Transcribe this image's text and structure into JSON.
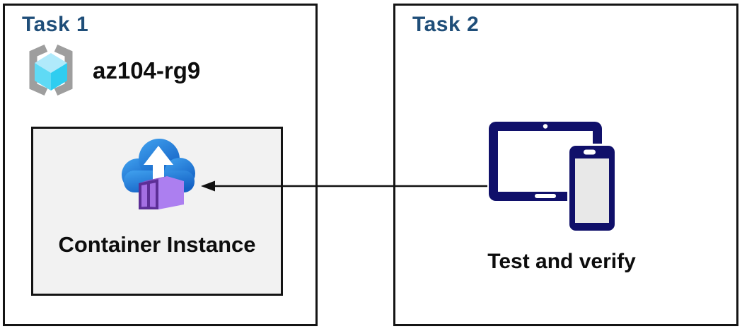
{
  "task1": {
    "title": "Task 1",
    "resource_group_name": "az104-rg9",
    "container_label": "Container Instance"
  },
  "task2": {
    "title": "Task 2",
    "device_label": "Test and verify"
  },
  "icons": {
    "resource_group": "resource-group-icon",
    "container_instance": "container-instance-icon",
    "devices": "tablet-and-phone-icon",
    "arrow": "left-arrow"
  },
  "colors": {
    "title_blue": "#1F4E79",
    "device_navy": "#10106A",
    "box_border": "#141414",
    "inner_box_bg": "#F2F2F2",
    "cloud_blue_top": "#41A2EF",
    "cloud_blue_bottom": "#1360C4",
    "container_purple_front": "#5C2E96",
    "container_purple_slat": "#A46FE3",
    "container_purple_light": "#AC7FF0",
    "container_purple_mid": "#8A4FC8",
    "cube_top": "#B0EAFB",
    "cube_left": "#5FDAF5",
    "cube_right": "#2FCDF0",
    "bracket_gray": "#9E9E9E",
    "arrow_black": "#111111",
    "text_black": "#0D0D0D"
  }
}
